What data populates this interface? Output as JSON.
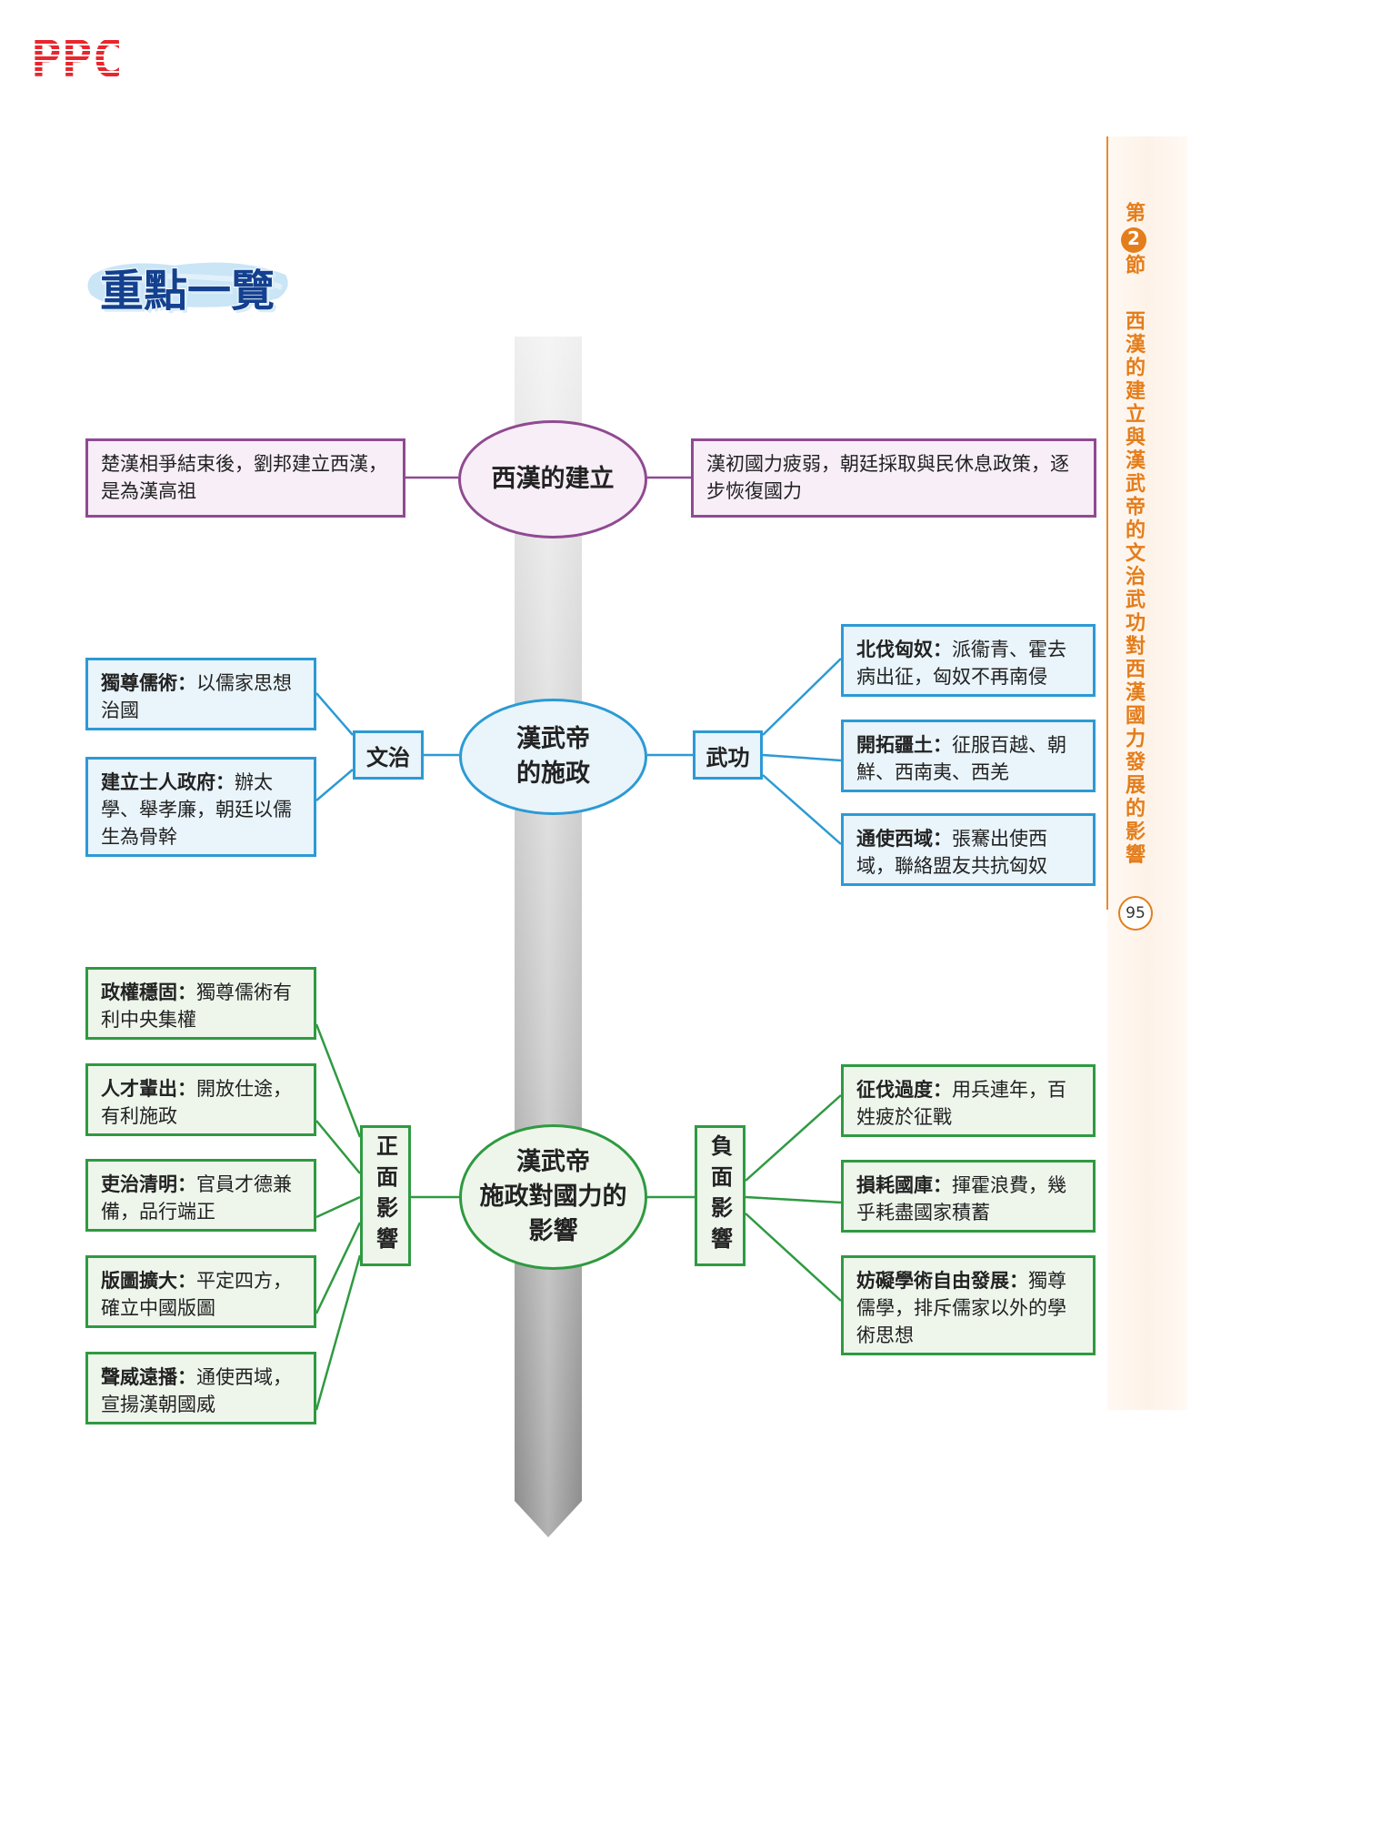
{
  "logo": {
    "text": "PPC",
    "color": "#e8262d"
  },
  "heading": {
    "title": "重點一覽",
    "color": "#13408f"
  },
  "sidebar": {
    "chapter_prefix": "第",
    "chapter_number": "2",
    "chapter_suffix": "節",
    "chapter_title": "西漢的建立與漢武帝的文治武功對西漢國力發展的影響",
    "page_number": "95",
    "accent_color": "#e47d1b"
  },
  "section1": {
    "center": "西漢的建立",
    "left": "楚漢相爭結束後，劉邦建立西漢，是為漢高祖",
    "right": "漢初國力疲弱，朝廷採取與民休息政策，逐步恢復國力",
    "color": "#8f4a91"
  },
  "section2": {
    "center_line1": "漢武帝",
    "center_line2": "的施政",
    "left_tag": "文治",
    "right_tag": "武功",
    "color": "#2c9ad4",
    "left_items": [
      {
        "key": "獨尊儒術",
        "sep": "：",
        "desc": "以儒家思想治國"
      },
      {
        "key": "建立士人政府",
        "sep": "：",
        "desc": "辦太學、舉孝廉，朝廷以儒生為骨幹"
      }
    ],
    "right_items": [
      {
        "key": "北伐匈奴",
        "sep": "：",
        "desc": "派衞青、霍去病出征，匈奴不再南侵"
      },
      {
        "key": "開拓疆土",
        "sep": "：",
        "desc": "征服百越、朝鮮、西南夷、西羌"
      },
      {
        "key": "通使西域",
        "sep": "：",
        "desc": "張騫出使西域，聯絡盟友共抗匈奴"
      }
    ]
  },
  "section3": {
    "center_line1": "漢武帝",
    "center_line2": "施政對國力的",
    "center_line3": "影響",
    "left_tag": "正面影響",
    "right_tag": "負面影響",
    "color": "#2f9a41",
    "left_items": [
      {
        "key": "政權穩固",
        "sep": "：",
        "desc": "獨尊儒術有利中央集權"
      },
      {
        "key": "人才輩出",
        "sep": "：",
        "desc": "開放仕途，有利施政"
      },
      {
        "key": "吏治清明",
        "sep": "：",
        "desc": "官員才德兼備，品行端正"
      },
      {
        "key": "版圖擴大",
        "sep": "：",
        "desc": "平定四方，確立中國版圖"
      },
      {
        "key": "聲威遠播",
        "sep": "：",
        "desc": "通使西域，宣揚漢朝國威"
      }
    ],
    "right_items": [
      {
        "key": "征伐過度",
        "sep": "：",
        "desc": "用兵連年，百姓疲於征戰"
      },
      {
        "key": "損耗國庫",
        "sep": "：",
        "desc": "揮霍浪費，幾乎耗盡國家積蓄"
      },
      {
        "key": "妨礙學術自由發展",
        "sep": "：",
        "desc": "獨尊儒學，排斥儒家以外的學術思想"
      }
    ]
  }
}
